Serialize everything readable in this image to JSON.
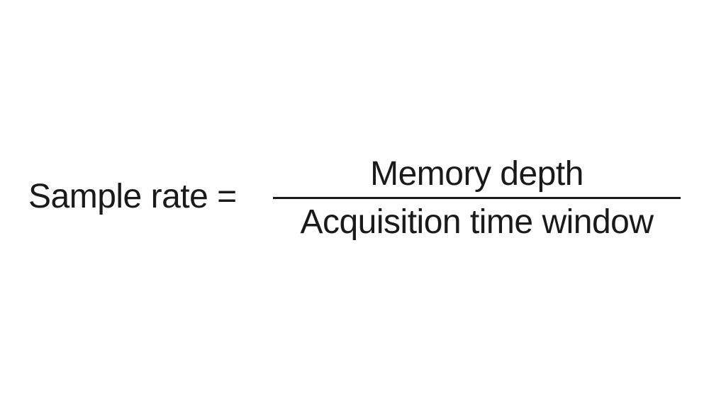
{
  "formula": {
    "lhs": "Sample rate =",
    "numerator": "Memory depth",
    "denominator": "Acquisition time window"
  }
}
